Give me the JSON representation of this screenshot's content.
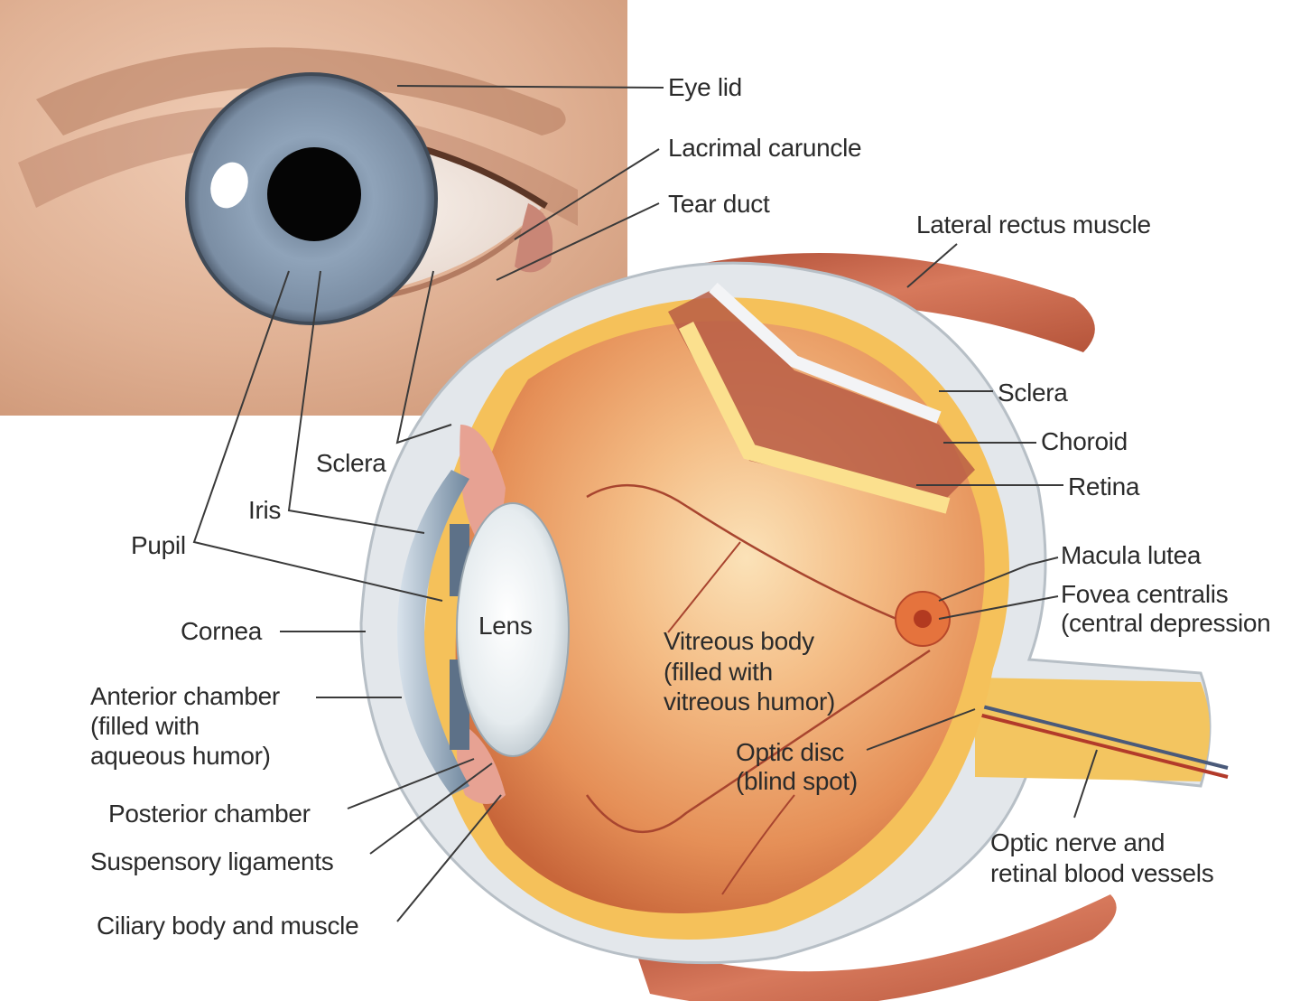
{
  "labels": {
    "eye_lid": "Eye lid",
    "lacrimal_caruncle": "Lacrimal caruncle",
    "tear_duct": "Tear duct",
    "lateral_rectus": "Lateral rectus muscle",
    "sclera_right": "Sclera",
    "choroid": "Choroid",
    "retina": "Retina",
    "macula": "Macula lutea",
    "fovea_line1": "Fovea centralis",
    "fovea_line2": "(central depression",
    "sclera_left": "Sclera",
    "iris": "Iris",
    "pupil": "Pupil",
    "cornea": "Cornea",
    "lens": "Lens",
    "vitreous_line1": "Vitreous body",
    "vitreous_line2": "(filled with",
    "vitreous_line3": "vitreous humor)",
    "optic_disc_line1": "Optic disc",
    "optic_disc_line2": "(blind spot)",
    "anterior_line1": "Anterior chamber",
    "anterior_line2": "(filled with",
    "anterior_line3": "aqueous humor)",
    "posterior_chamber": "Posterior chamber",
    "suspensory": "Suspensory ligaments",
    "ciliary": "Ciliary body and muscle",
    "optic_nerve_line1": "Optic nerve and",
    "optic_nerve_line2": "retinal blood vessels"
  },
  "colors": {
    "skin": "#e3b79c",
    "iris": "#8a9fb5",
    "sclera_wall": "#e4e8ec",
    "retina_yellow": "#f6c75a",
    "interior": "#e9955f",
    "muscle": "#c6654a",
    "cornea": "#9fb3c6"
  }
}
